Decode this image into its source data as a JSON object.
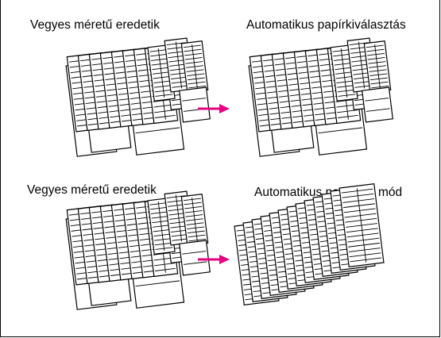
{
  "labels": [
    "Vegyes méretű eredetik",
    "Automatikus papírkiválasztás",
    "Vegyes méretű eredetik",
    "Automatikus nagyítási mód"
  ],
  "colors": {
    "arrow": "#e4007f",
    "line": "#000000",
    "background": "#ffffff"
  },
  "icons": {
    "mixed_originals": "document-stack-mixed-icon",
    "auto_paper_select": "document-stack-mixed-icon",
    "auto_zoom": "document-stack-uniform-icon",
    "arrow": "arrow-right-icon"
  }
}
